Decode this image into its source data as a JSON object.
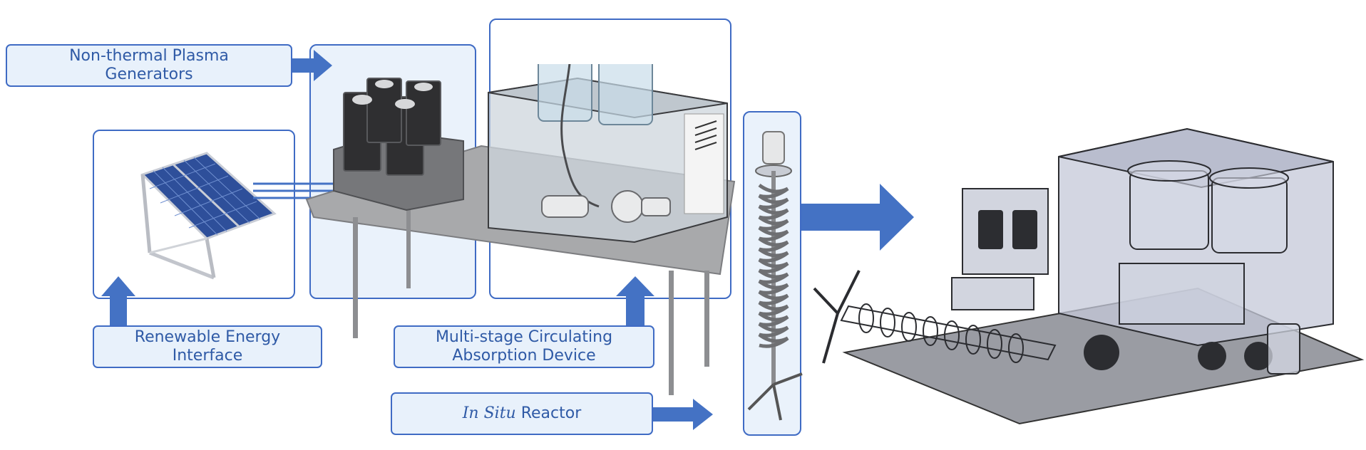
{
  "labels": {
    "plasma": {
      "line1": "Non-thermal Plasma",
      "line2": "Generators"
    },
    "renewable": {
      "line1": "Renewable Energy",
      "line2": "Interface"
    },
    "absorption": {
      "line1": "Multi-stage Circulating",
      "line2": "Absorption Device"
    },
    "reactor": {
      "prefix": "In Situ",
      "text": "Reactor"
    }
  },
  "colors": {
    "accent": "#3f6bc4",
    "panel_fill": "#e8f1fb",
    "arrow": "#4472c4"
  }
}
